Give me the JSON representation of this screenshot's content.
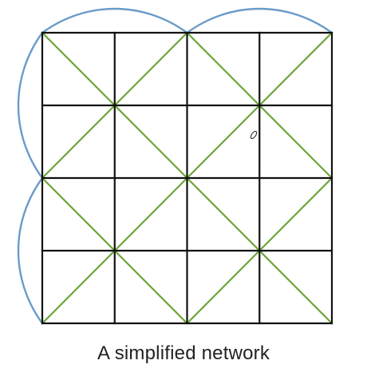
{
  "caption": "A simplified network",
  "grid": {
    "rows": 4,
    "cols": 4
  },
  "colors": {
    "grid": "#111111",
    "diagonals": "#6ea53a",
    "arcs": "#6a9bc9",
    "cursor": "#333333"
  },
  "icons": {
    "cursor": "pen-cursor-icon"
  }
}
